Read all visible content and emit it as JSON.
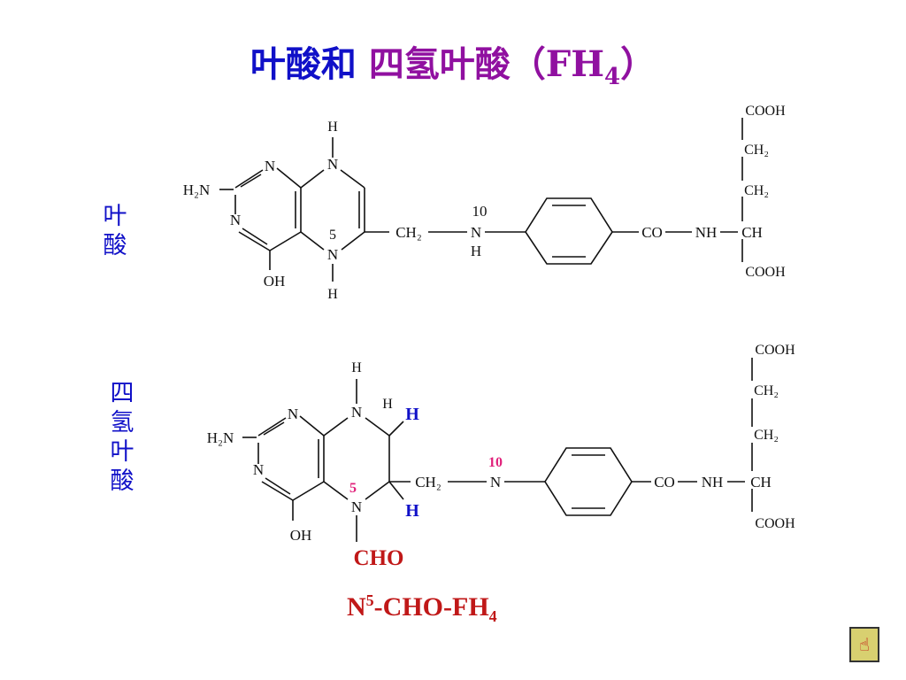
{
  "title": {
    "part1": "叶酸和",
    "part2": "四氢叶酸（FH",
    "sub": "4",
    "close": "）"
  },
  "labels": {
    "folic_acid": [
      "叶",
      "酸"
    ],
    "thf": [
      "四",
      "氢",
      "叶",
      "酸"
    ]
  },
  "structure1": {
    "h_top": "H",
    "n_top": "N",
    "n_ring_upper": "N",
    "h2n": "H₂N",
    "n_ring_lower": "N",
    "num5": "5",
    "n5": "N",
    "h_bottom": "H",
    "oh": "OH",
    "ch2": "CH₂",
    "num10": "10",
    "n10": "N",
    "h_n10": "H",
    "co": "CO",
    "nh": "NH",
    "ch": "CH",
    "cooh_top": "COOH",
    "ch2_a": "CH₂",
    "ch2_b": "CH₂",
    "cooh_bottom": "COOH"
  },
  "structure2": {
    "h_top": "H",
    "n_top": "N",
    "h_c6": "H",
    "h_c6_blue": "H",
    "n_ring_upper": "N",
    "h2n": "H₂N",
    "n_ring_lower": "N",
    "num5": "5",
    "n5": "N",
    "num10": "10",
    "ch2": "CH₂",
    "n10": "N",
    "h_c7_blue": "H",
    "oh": "OH",
    "cho": "CHO",
    "co": "CO",
    "nh": "NH",
    "ch": "CH",
    "cooh_top": "COOH",
    "ch2_a": "CH₂",
    "ch2_b": "CH₂",
    "cooh_bottom": "COOH"
  },
  "formula": {
    "n": "N",
    "sup": "5",
    "mid": "-CHO-FH",
    "sub": "4"
  },
  "nav": {
    "icon": "hand-pointer-icon",
    "glyph": "☝"
  },
  "colors": {
    "blue": "#1010c8",
    "purple": "#9010a0",
    "red": "#c01818",
    "pink": "#e0207a"
  }
}
